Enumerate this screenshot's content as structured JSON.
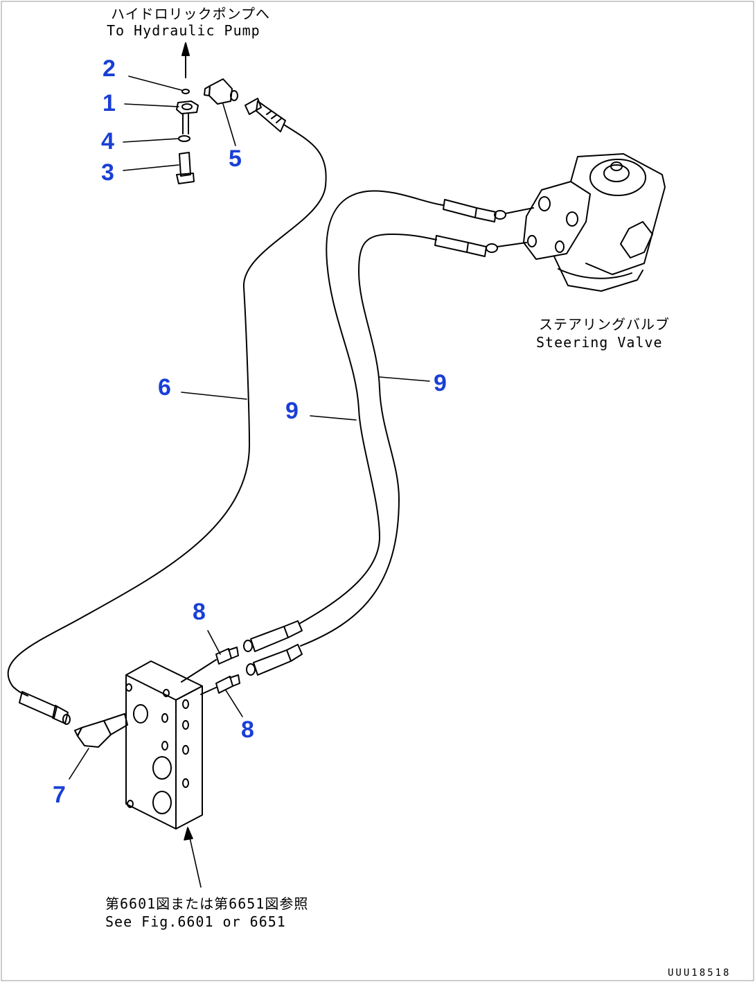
{
  "labels": {
    "pump_jp": "ハイドロリックポンプへ",
    "pump_en": "To Hydraulic Pump",
    "steering_jp": "ステアリングバルブ",
    "steering_en": "Steering Valve",
    "see_jp": "第6601図または第6651図参照",
    "see_en": "See Fig.6601 or 6651",
    "drawing_code": "UUU18518"
  },
  "callouts": {
    "c1": "1",
    "c2": "2",
    "c3": "3",
    "c4": "4",
    "c5": "5",
    "c6": "6",
    "c7": "7",
    "c8a": "8",
    "c8b": "8",
    "c9a": "9",
    "c9b": "9"
  },
  "colors": {
    "callout": "#1a3fd6",
    "line": "#000000"
  }
}
